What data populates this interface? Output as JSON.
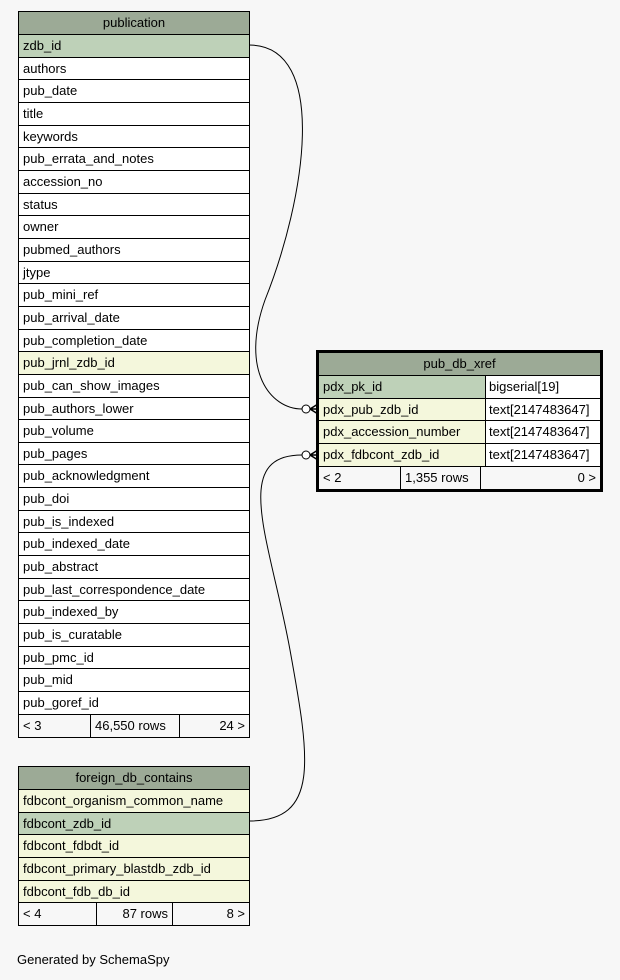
{
  "publication": {
    "title": "publication",
    "columns": [
      {
        "name": "zdb_id",
        "kind": "pk"
      },
      {
        "name": "authors"
      },
      {
        "name": "pub_date"
      },
      {
        "name": "title"
      },
      {
        "name": "keywords"
      },
      {
        "name": "pub_errata_and_notes"
      },
      {
        "name": "accession_no"
      },
      {
        "name": "status"
      },
      {
        "name": "owner"
      },
      {
        "name": "pubmed_authors"
      },
      {
        "name": "jtype"
      },
      {
        "name": "pub_mini_ref"
      },
      {
        "name": "pub_arrival_date"
      },
      {
        "name": "pub_completion_date"
      },
      {
        "name": "pub_jrnl_zdb_id",
        "kind": "fk"
      },
      {
        "name": "pub_can_show_images"
      },
      {
        "name": "pub_authors_lower"
      },
      {
        "name": "pub_volume"
      },
      {
        "name": "pub_pages"
      },
      {
        "name": "pub_acknowledgment"
      },
      {
        "name": "pub_doi"
      },
      {
        "name": "pub_is_indexed"
      },
      {
        "name": "pub_indexed_date"
      },
      {
        "name": "pub_abstract"
      },
      {
        "name": "pub_last_correspondence_date"
      },
      {
        "name": "pub_indexed_by"
      },
      {
        "name": "pub_is_curatable"
      },
      {
        "name": "pub_pmc_id"
      },
      {
        "name": "pub_mid"
      },
      {
        "name": "pub_goref_id"
      }
    ],
    "footer": {
      "parents": "< 3",
      "rows": "46,550 rows",
      "children": "24 >"
    }
  },
  "foreign_db_contains": {
    "title": "foreign_db_contains",
    "columns": [
      {
        "name": "fdbcont_organism_common_name",
        "kind": "fk"
      },
      {
        "name": "fdbcont_zdb_id",
        "kind": "pk"
      },
      {
        "name": "fdbcont_fdbdt_id",
        "kind": "fk"
      },
      {
        "name": "fdbcont_primary_blastdb_zdb_id",
        "kind": "fk"
      },
      {
        "name": "fdbcont_fdb_db_id",
        "kind": "fk"
      }
    ],
    "footer": {
      "parents": "< 4",
      "rows": "87 rows",
      "children": "8 >"
    }
  },
  "pub_db_xref": {
    "title": "pub_db_xref",
    "columns": [
      {
        "name": "pdx_pk_id",
        "type": "bigserial[19]",
        "kind": "pk"
      },
      {
        "name": "pdx_pub_zdb_id",
        "type": "text[2147483647]",
        "kind": "fk"
      },
      {
        "name": "pdx_accession_number",
        "type": "text[2147483647]",
        "kind": "fk"
      },
      {
        "name": "pdx_fdbcont_zdb_id",
        "type": "text[2147483647]",
        "kind": "fk"
      }
    ],
    "footer": {
      "parents": "< 2",
      "rows": "1,355 rows",
      "children": "0 >"
    }
  },
  "generated_by": "Generated by SchemaSpy"
}
